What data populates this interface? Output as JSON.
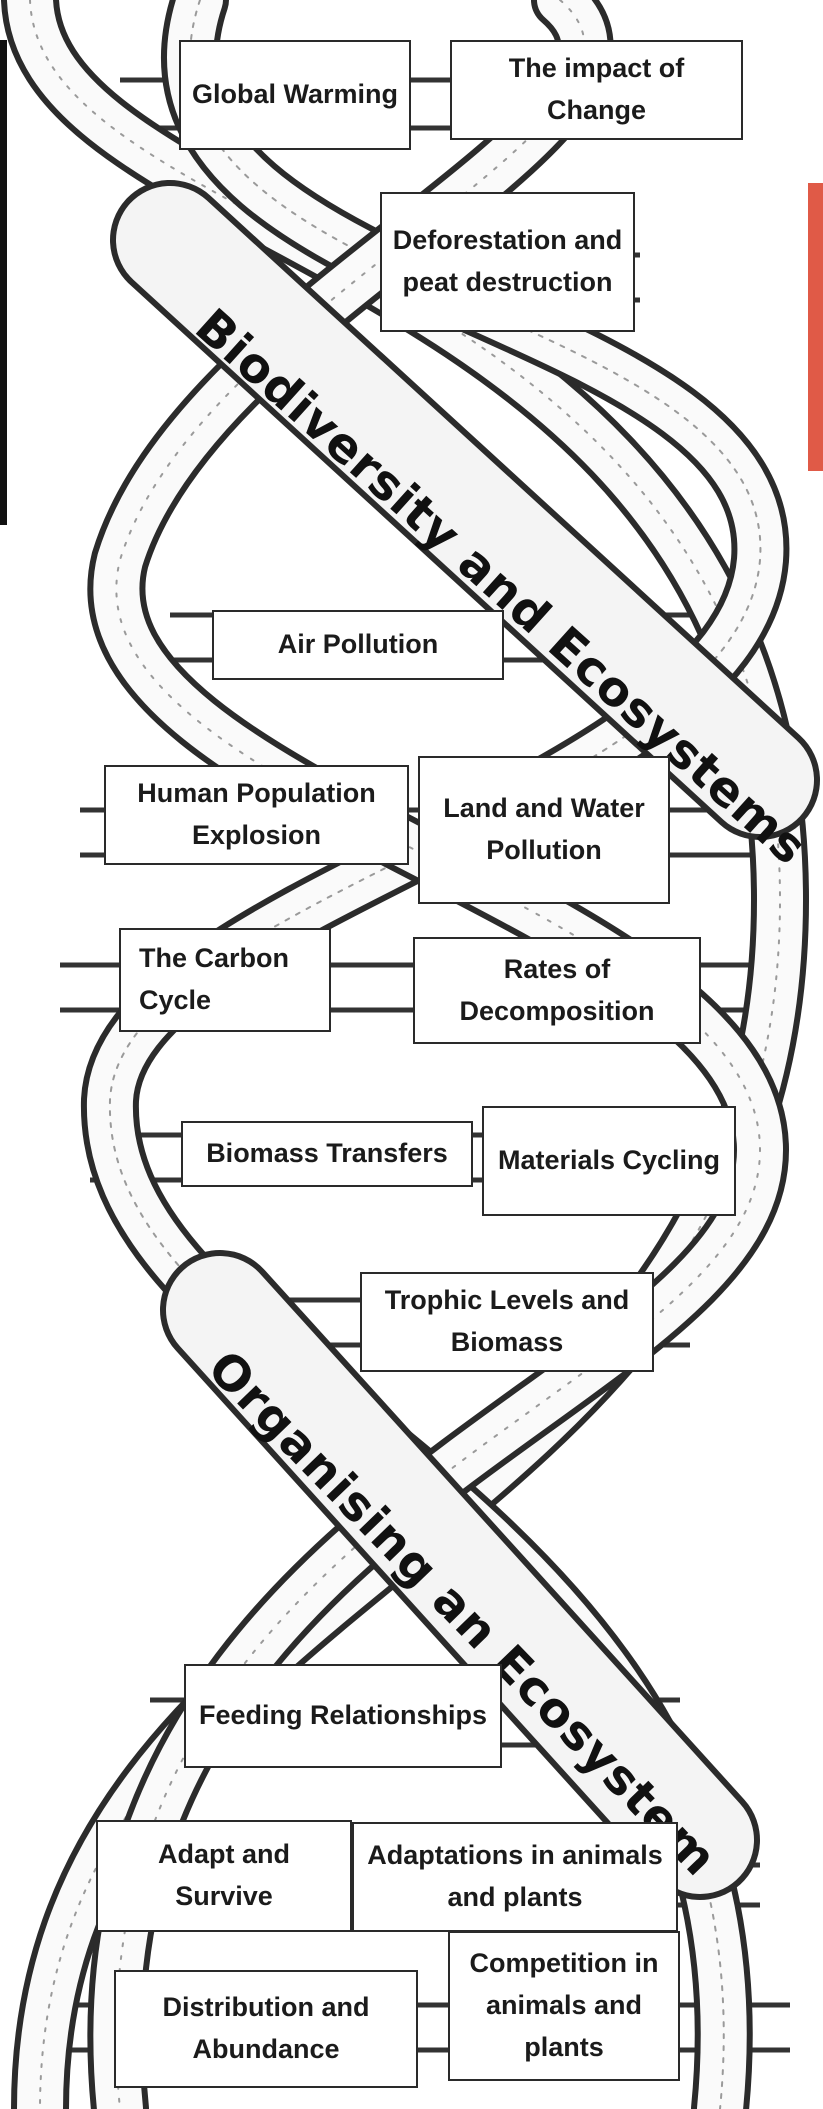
{
  "bands": {
    "top": "Biodiversity and Ecosystems",
    "bottom": "Organising an Ecosystem"
  },
  "topics": {
    "global_warming": "Global Warming",
    "impact_of_change": "The impact of Change",
    "deforestation": "Deforestation and peat destruction",
    "air_pollution": "Air Pollution",
    "human_population": "Human Population Explosion",
    "land_water_pollution": "Land and Water Pollution",
    "carbon_cycle": "The Carbon Cycle",
    "rates_decomposition": "Rates of Decomposition",
    "biomass_transfers": "Biomass Transfers",
    "materials_cycling": "Materials Cycling",
    "trophic_levels": "Trophic Levels and Biomass",
    "feeding_relationships": "Feeding Relationships",
    "adapt_survive": "Adapt and Survive",
    "adaptations": "Adaptations in animals and plants",
    "distribution_abundance": "Distribution and Abundance",
    "competition": "Competition in animals and plants"
  },
  "colors": {
    "ink": "#2a2a2a",
    "accent_tab": "#e05a47"
  }
}
